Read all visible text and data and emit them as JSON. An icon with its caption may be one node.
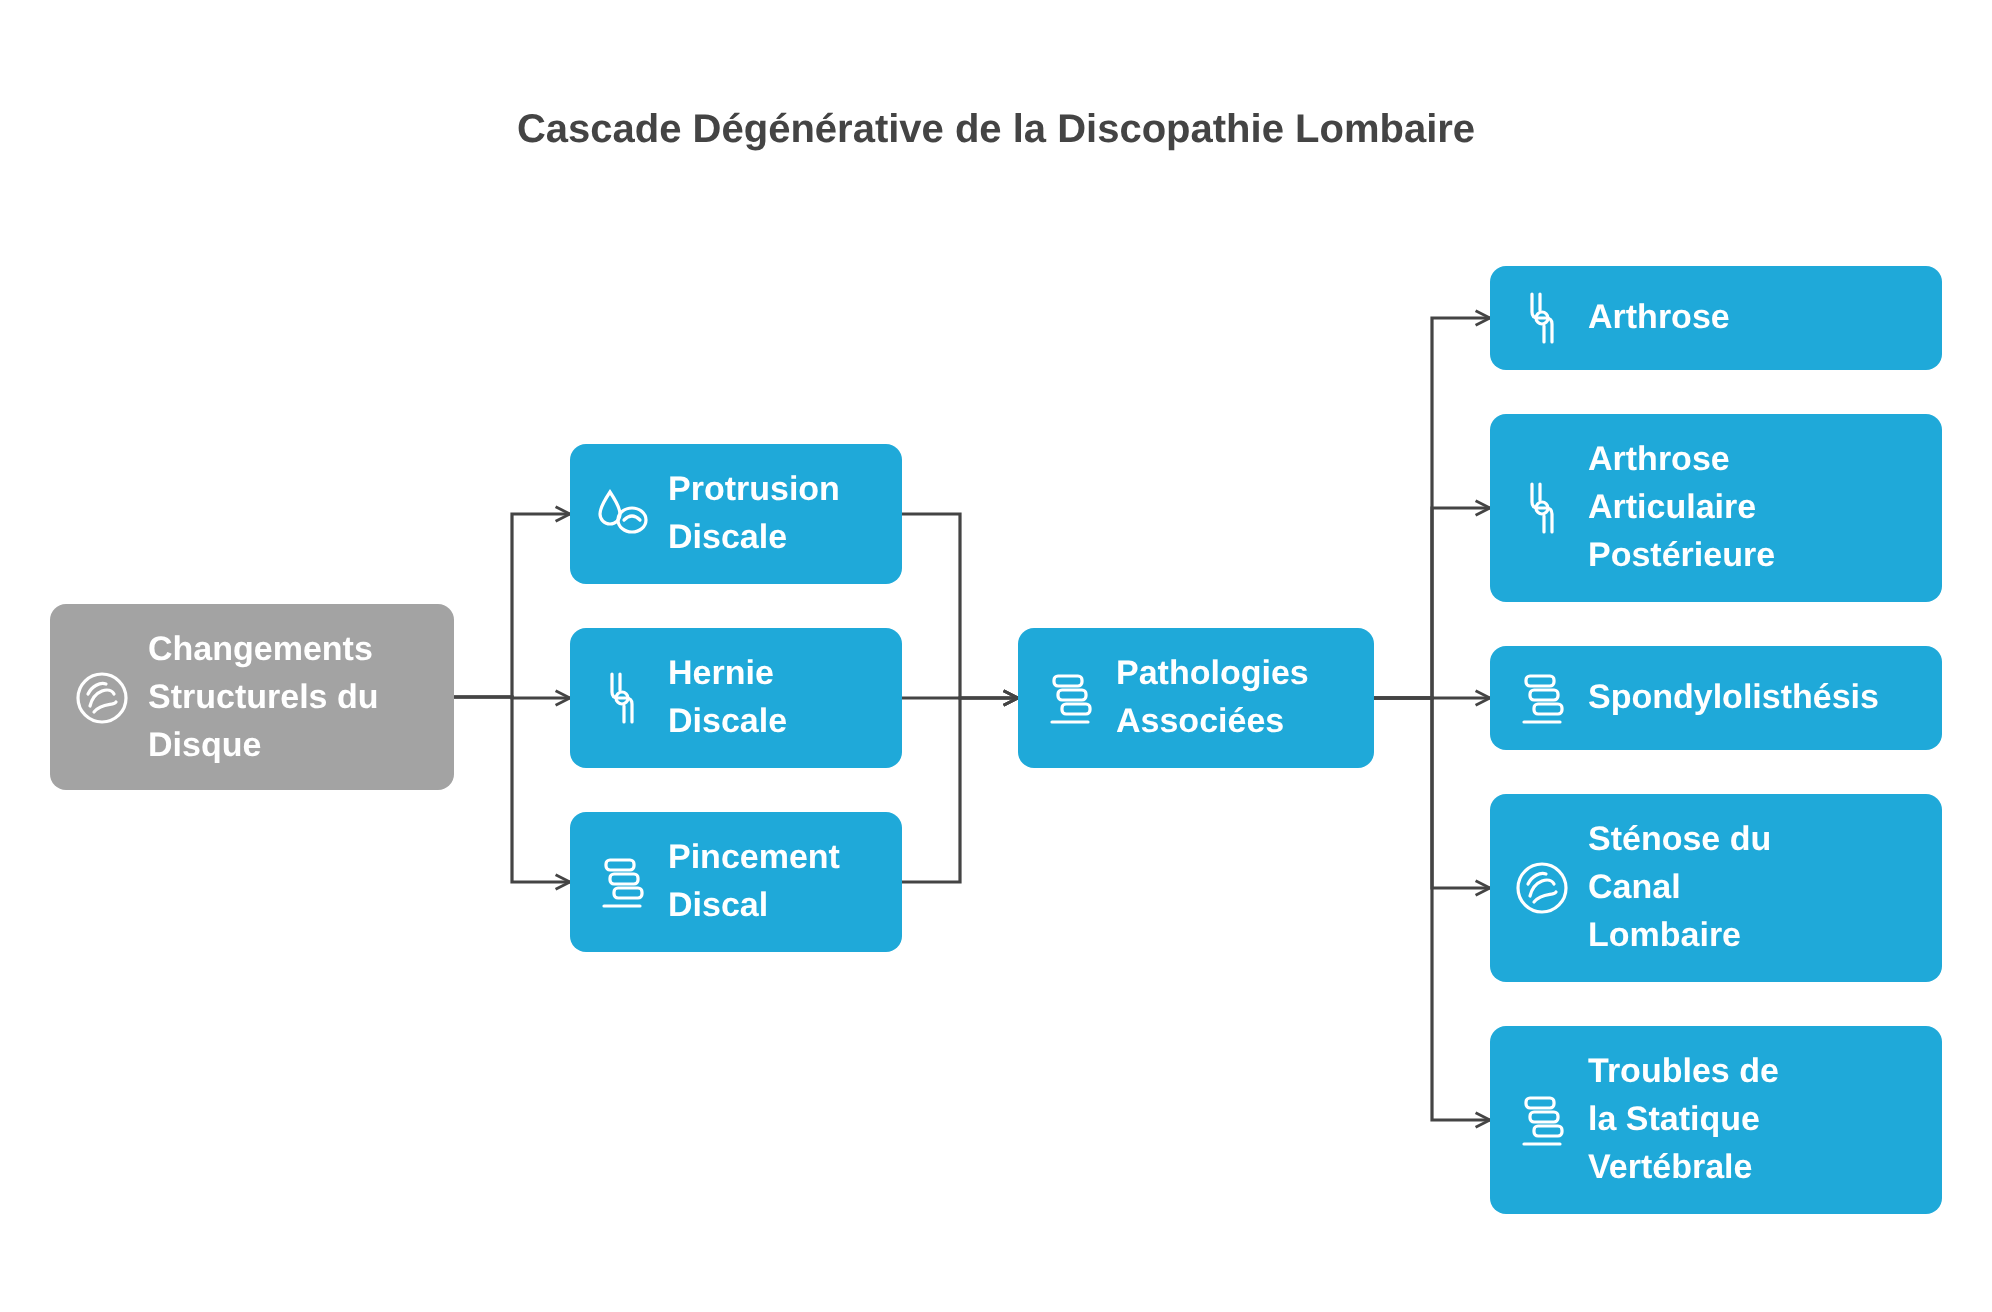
{
  "diagram": {
    "title": "Cascade Dégénérative de la Discopathie Lombaire",
    "nodes": [
      {
        "text": [
          "Changements Structurels du Disque"
        ]
      },
      {
        "text": [
          "Protrusion Discale"
        ]
      },
      {
        "text": [
          "Hernie Discale"
        ]
      },
      {
        "text": [
          "Pincement Discal"
        ]
      },
      {
        "text": [
          "Pathologies Associées"
        ]
      },
      {
        "text": [
          "Arthrose"
        ]
      },
      {
        "text": [
          "Arthrose Articulaire Postérieure"
        ]
      },
      {
        "text": [
          "Spondylolisthésis"
        ]
      },
      {
        "text": [
          "Sténose du Canal Lombaire"
        ]
      },
      {
        "text": [
          "Troubles de la Statique Vertébrale"
        ]
      }
    ],
    "edges": [
      {
        "from": 0,
        "to": 1,
        "arrow": "to"
      },
      {
        "from": 0,
        "to": 2,
        "arrow": "to"
      },
      {
        "from": 0,
        "to": 3,
        "arrow": "to"
      },
      {
        "from": 1,
        "to": 4,
        "arrow": "to"
      },
      {
        "from": 2,
        "to": 4,
        "arrow": "to"
      },
      {
        "from": 3,
        "to": 4,
        "arrow": "to"
      },
      {
        "from": 4,
        "to": 5,
        "arrow": "to"
      },
      {
        "from": 4,
        "to": 6,
        "arrow": "to"
      },
      {
        "from": 4,
        "to": 7,
        "arrow": "to"
      },
      {
        "from": 4,
        "to": 8,
        "arrow": "to"
      },
      {
        "from": 4,
        "to": 9,
        "arrow": "to"
      }
    ]
  }
}
